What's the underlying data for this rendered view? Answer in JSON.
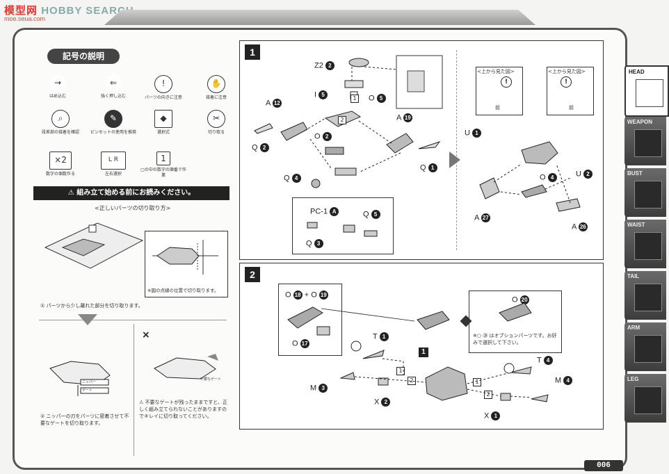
{
  "watermark": {
    "brand_a": "模",
    "brand_b": "型",
    "brand_c": "网",
    "search": "HOBBY SEARCH",
    "url": "moe.seua.com"
  },
  "legend": {
    "title": "記号の説明",
    "symbols": [
      {
        "icon": "arrow-in-icon",
        "glyph": "→",
        "text": "はめ込む"
      },
      {
        "icon": "double-arrow-in-icon",
        "glyph": "⇐",
        "text": "強く押し込む"
      },
      {
        "icon": "attention-icon",
        "glyph": "!",
        "text": "パーツの向きに注意"
      },
      {
        "icon": "care-icon",
        "glyph": "✋",
        "text": "接着に注意"
      },
      {
        "icon": "magnifier-icon",
        "glyph": "⌕",
        "text": "段差部の接着を確認"
      },
      {
        "icon": "tweezers-icon",
        "glyph": "✎",
        "text": "ピンセットの使用を推奨"
      },
      {
        "icon": "choose-icon",
        "glyph": "◆",
        "text": "選択式"
      },
      {
        "icon": "cut-icon",
        "glyph": "✂",
        "text": "切り取る"
      },
      {
        "icon": "x2-icon",
        "glyph": "×2",
        "text": "数字の個数作る"
      },
      {
        "icon": "lr-icon",
        "glyph": "L R",
        "text": "左右選択"
      },
      {
        "icon": "order-icon",
        "glyph": "1",
        "text": "□の中の数字の順番で作業"
      }
    ]
  },
  "notice": {
    "bar": "⚠ 組み立て始める前にお読みください。",
    "heading": "<正しいパーツの切り取り方>",
    "inset_note": "※図の点線の位置で切り取ります。",
    "step1": "① パーツから少し離れた部分を切り取ります。",
    "step2": "② ニッパーの刃をパーツに密着させて不要なゲートを切り取ります。",
    "bad_mark": "×",
    "bad_note": "⚠ 不要なゲートが残ったままですと、正しく組み立てられないことがありますのでキレイに切り取ってください。",
    "tag_nipper": "ニッパー",
    "tag_gate": "ゲート",
    "tag_gate2": "不要なゲート"
  },
  "step1": {
    "number": "1",
    "labels": [
      "Z2",
      "I",
      "O",
      "O",
      "A",
      "A",
      "Q",
      "Q",
      "Q",
      "PC-1",
      "Q",
      "Q"
    ],
    "nums": [
      "2",
      "5",
      "5",
      "2",
      "12",
      "19",
      "2",
      "1",
      "4",
      "A",
      "5",
      "3"
    ],
    "order": [
      "1",
      "2"
    ],
    "view_left": "<上から見た図>",
    "view_right": "<上から見た図>",
    "front": "前",
    "right_labels": [
      "U",
      "U",
      "O",
      "A",
      "A"
    ],
    "right_nums": [
      "1",
      "2",
      "4",
      "27",
      "26"
    ]
  },
  "step2": {
    "number": "2",
    "option_labels": [
      "O",
      "O",
      "O"
    ],
    "option_nums": [
      "18",
      "19",
      "17"
    ],
    "plus": "+",
    "option_note_label": "O",
    "option_note_num": "20",
    "option_note": "※○ ⑳ はオプションパーツです。お好みで選択して下さい。",
    "labels": [
      "T",
      "T",
      "M",
      "M",
      "X",
      "X"
    ],
    "nums": [
      "1",
      "4",
      "3",
      "4",
      "2",
      "1"
    ],
    "order": [
      "1",
      "2",
      "1",
      "2"
    ],
    "assembly": "1"
  },
  "tabs": [
    "HEAD",
    "WEAPON",
    "BUST",
    "WAIST",
    "TAIL",
    "ARM",
    "LEG"
  ],
  "page_number": "006"
}
